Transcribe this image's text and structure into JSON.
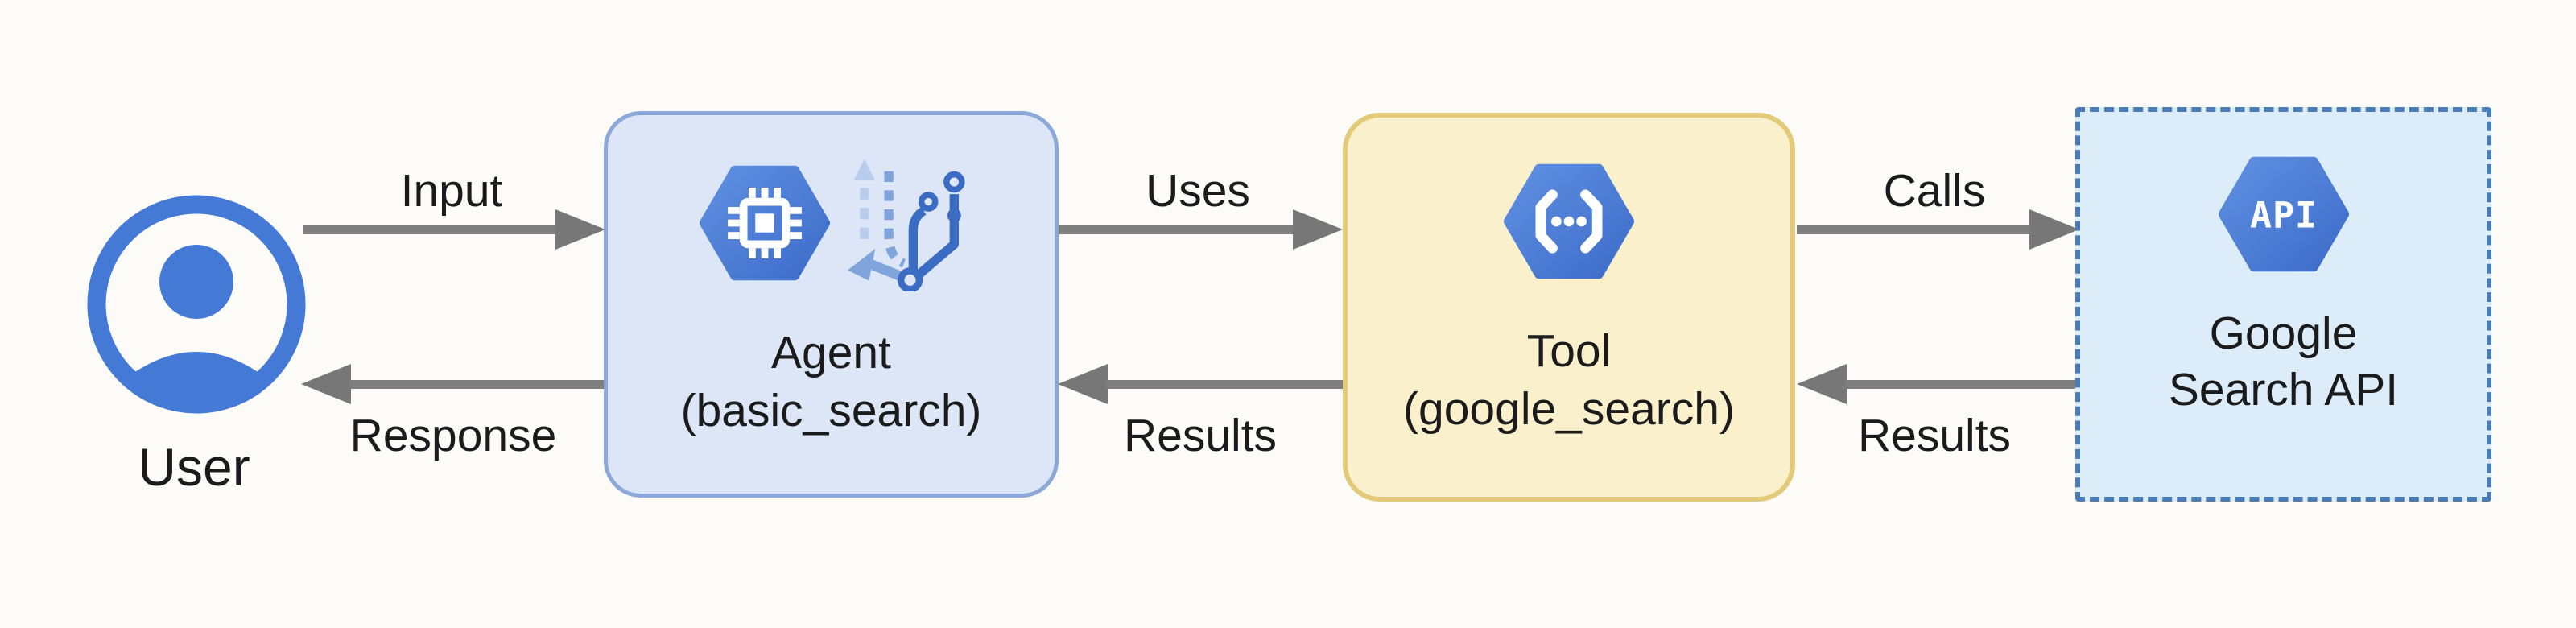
{
  "diagram": {
    "background": "#fcfbf8",
    "nodes": {
      "user": {
        "label": "User",
        "icon": "person-circle-icon",
        "icon_color": "#4579d6"
      },
      "agent": {
        "title": "Agent",
        "subtitle": "(basic_search)",
        "icons": [
          "cpu-chip-hexagon-icon",
          "workflow-branch-icon"
        ],
        "fill": "#dce6f6",
        "border_color": "#8ba8d8"
      },
      "tool": {
        "title": "Tool",
        "subtitle": "(google_search)",
        "icons": [
          "code-brackets-hexagon-icon"
        ],
        "fill": "#faf0cc",
        "border_color": "#e2ca79"
      },
      "api": {
        "title": "Google",
        "subtitle": "Search API",
        "icon_text": "API",
        "icons": [
          "api-hexagon-icon"
        ],
        "fill": "#dcedf9",
        "border_color": "#4a7cb8",
        "border_style": "dashed"
      }
    },
    "edges": {
      "input": {
        "label": "Input",
        "from": "User",
        "to": "Agent"
      },
      "response": {
        "label": "Response",
        "from": "Agent",
        "to": "User"
      },
      "uses": {
        "label": "Uses",
        "from": "Agent",
        "to": "Tool"
      },
      "results_tool": {
        "label": "Results",
        "from": "Tool",
        "to": "Agent"
      },
      "calls": {
        "label": "Calls",
        "from": "Tool",
        "to": "Google Search API"
      },
      "results_api": {
        "label": "Results",
        "from": "Google Search API",
        "to": "Tool"
      }
    },
    "colors": {
      "arrow": "#7e7e7e",
      "text": "#1b1b1b",
      "hexagon_blue_light": "#6090e2",
      "hexagon_blue_dark": "#3c6cc8",
      "user_blue": "#4579d6"
    }
  }
}
